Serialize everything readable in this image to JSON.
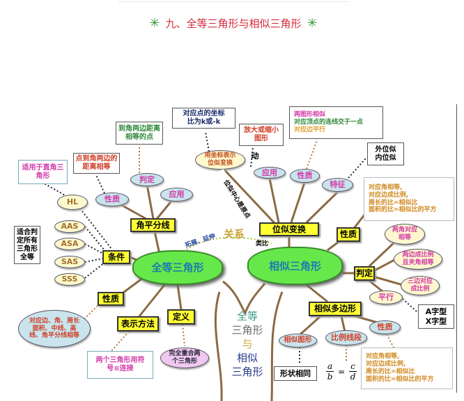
{
  "title": "九、全等三角形与相似三角形",
  "colors": {
    "title": "#d62a3a",
    "branch": "#8b6a45",
    "cloud": "#66e84a",
    "label_box": "#ffff33"
  },
  "center_text": [
    "全等",
    "三角形",
    "与",
    "相似",
    "三角形"
  ],
  "clouds": {
    "congruent": "全等三角形",
    "similar": "相似三角形"
  },
  "relation": {
    "label": "关系",
    "extend": "拓展、延伸",
    "analogy": "类比"
  },
  "congruent": {
    "angle_bisector": "角平分线",
    "ab_judge": "判定",
    "ab_apply": "应用",
    "ab_property": "性质",
    "ab_judge_note": "到角两边距离相等的点",
    "ab_property_note": "点到角两边的距离相等",
    "conditions": "条件",
    "hl": "HL",
    "hl_note": "适用于直角三角形",
    "criteria": [
      "AAS",
      "ASA",
      "SAS",
      "SSS"
    ],
    "criteria_note": "适合判定所有三角形全等",
    "property": "性质",
    "property_note": "对应边、角、周长面积、中线、高线、角平分线相等",
    "notation": "表示方法",
    "notation_note": "两个三角形用符号≌连接",
    "definition": "定义",
    "definition_note": "完全重合两个三角形"
  },
  "similar": {
    "homothety": "位似变换",
    "coord": "用坐标表示位似变换",
    "coord_note": "对应点的坐标比为k或-k",
    "center_origin": "位似中心是原点",
    "moving": "动",
    "apply": "应用",
    "apply_note": "放大或缩小图形",
    "h_property": "性质",
    "h_property_lines": [
      "两图形相似",
      "对应顶点的连线交于一点",
      "对应边平行"
    ],
    "feature": "特征",
    "feature_note": "外位似 内位似",
    "property": "性质",
    "property_lines": [
      "对应角相等,",
      "对应边成比例,",
      "周长的比=相似比",
      "面积的比=相似比的平方"
    ],
    "judge": "判定",
    "judge_items": [
      "两角对应相等",
      "两边成比例且夹角相等",
      "三边对应成比例"
    ],
    "parallel": "平行",
    "parallel_note": "A字型 X字型",
    "polygon": "相似多边形",
    "similar_figure": "相似图形",
    "shape_same": "形状相同",
    "ratio_segment": "比例线段",
    "fraction": {
      "a": "a",
      "b": "b",
      "eq": "=",
      "c": "c",
      "d": "d"
    },
    "poly_property": "性质",
    "poly_property_lines": [
      "对应角相等,",
      "对应边成比例,",
      "周长的比=相似比",
      "面积的比=相似比的平方"
    ]
  }
}
